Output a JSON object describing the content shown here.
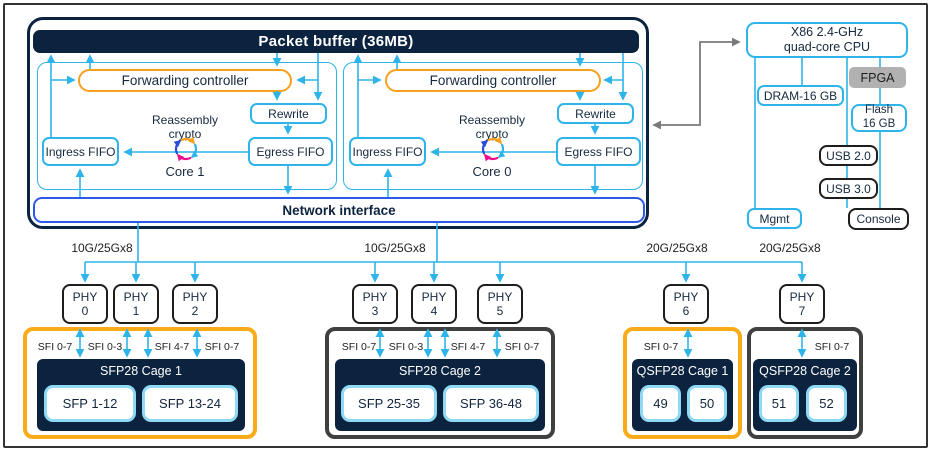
{
  "figure": {
    "main": {
      "packet_buffer": "Packet buffer (36MB)",
      "network_interface": "Network interface",
      "cores": [
        {
          "forwarding": "Forwarding controller",
          "reassembly_1": "Reassembly",
          "reassembly_2": "crypto",
          "rewrite": "Rewrite",
          "ingress": "Ingress FIFO",
          "egress": "Egress FIFO",
          "label": "Core 1"
        },
        {
          "forwarding": "Forwarding controller",
          "reassembly_1": "Reassembly",
          "reassembly_2": "crypto",
          "rewrite": "Rewrite",
          "ingress": "Ingress FIFO",
          "egress": "Egress FIFO",
          "label": "Core 0"
        }
      ]
    },
    "cpu_panel": {
      "cpu_line1": "X86 2.4-GHz",
      "cpu_line2": "quad-core CPU",
      "dram": "DRAM-16 GB",
      "fpga": "FPGA",
      "flash_line1": "Flash",
      "flash_line2": "16 GB",
      "usb2": "USB 2.0",
      "usb3": "USB 3.0",
      "mgmt": "Mgmt",
      "console": "Console"
    },
    "link_labels": [
      "10G/25Gx8",
      "10G/25Gx8",
      "20G/25Gx8",
      "20G/25Gx8"
    ],
    "phys": [
      {
        "name": "PHY",
        "num": "0"
      },
      {
        "name": "PHY",
        "num": "1"
      },
      {
        "name": "PHY",
        "num": "2"
      },
      {
        "name": "PHY",
        "num": "3"
      },
      {
        "name": "PHY",
        "num": "4"
      },
      {
        "name": "PHY",
        "num": "5"
      },
      {
        "name": "PHY",
        "num": "6"
      },
      {
        "name": "PHY",
        "num": "7"
      }
    ],
    "cages": [
      {
        "title": "SFP28 Cage 1",
        "sfi": [
          "SFI 0-7",
          "SFI 0-3",
          "SFI 4-7",
          "SFI 0-7"
        ],
        "ports": [
          "SFP 1-12",
          "SFP 13-24"
        ]
      },
      {
        "title": "SFP28 Cage 2",
        "sfi": [
          "SFI 0-7",
          "SFI 0-3",
          "SFI 4-7",
          "SFI 0-7"
        ],
        "ports": [
          "SFP 25-35",
          "SFP 36-48"
        ]
      },
      {
        "title": "QSFP28 Cage 1",
        "sfi": [
          "SFI 0-7"
        ],
        "ports": [
          "49",
          "50"
        ]
      },
      {
        "title": "QSFP28 Cage 2",
        "sfi": [
          "SFI 0-7"
        ],
        "ports": [
          "51",
          "52"
        ]
      }
    ],
    "colors": {
      "cyan": "#2FB4EA",
      "navy": "#0C2340",
      "orange": "#FBAB18",
      "fc_orange": "#F7A01E",
      "ni_blue": "#2B59E8",
      "gray": "#7A7A7A",
      "pink": "#EC0C8C",
      "arc_blue": "#2A4CDA",
      "fpga_gray": "#B1B1B1"
    }
  }
}
